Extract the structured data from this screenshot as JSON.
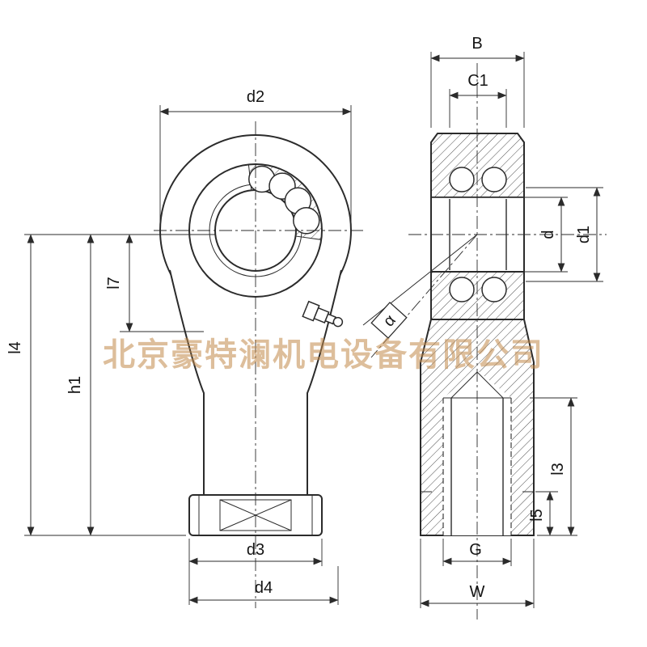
{
  "watermark": {
    "text": "北京豪特澜机电设备有限公司",
    "color": "#c28a4b"
  },
  "labels": {
    "d2": "d2",
    "l7": "l7",
    "h1": "h1",
    "l4": "l4",
    "d3": "d3",
    "d4": "d4",
    "B": "B",
    "C1": "C1",
    "d": "d",
    "d1": "d1",
    "alpha": "α",
    "l3": "l3",
    "l5": "l5",
    "G": "G",
    "W": "W"
  }
}
